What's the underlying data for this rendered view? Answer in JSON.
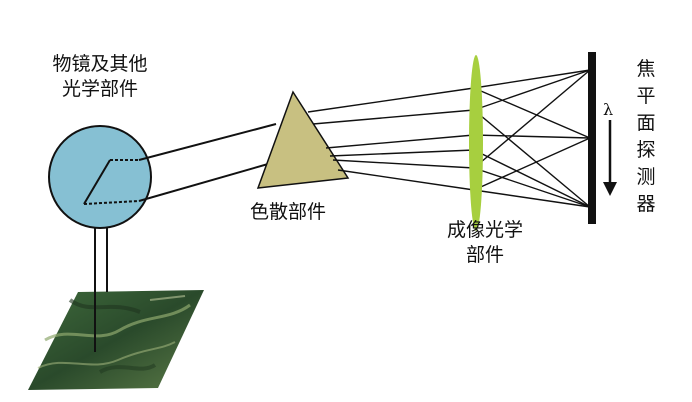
{
  "labels": {
    "objective": "物镜及其他\n光学部件",
    "dispersion": "色散部件",
    "imaging": "成像光学\n部件",
    "focal_plane": "焦平面探测器",
    "wavelength_symbol": "λ"
  },
  "colors": {
    "sphere_fill": "#86c0d3",
    "prism_fill": "#c8c081",
    "lens_fill": "#a7cf3f",
    "detector": "#111111",
    "terrain_dark": "#2f4d2d",
    "terrain_light": "#6b8a52"
  }
}
